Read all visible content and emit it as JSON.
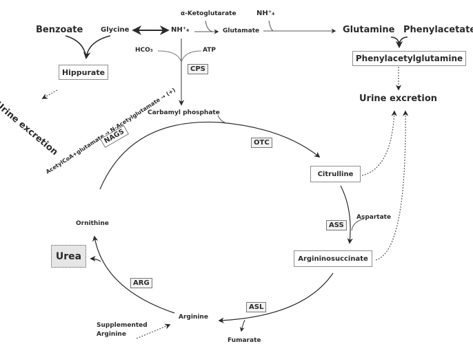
{
  "diagram": {
    "title": "Urea cycle and alternative nitrogen excretion pathways",
    "nodes": {
      "benzoate": "Benzoate",
      "glycine": "Glycine",
      "nh4_top": "NH⁺₄",
      "alpha_ketoglutarate": "α-Ketoglutarate",
      "glutamate": "Glutamate",
      "nh4_right": "NH⁺₄",
      "glutamine": "Glutamine",
      "phenylacetate": "Phenylacetate",
      "phenylacetylglutamine": "Phenylacetylglutamine",
      "hippurate": "Hippurate",
      "urine_excretion_left": "Urine excretion",
      "urine_excretion_right": "Urine excretion",
      "hco3": "HCO₃",
      "atp": "ATP",
      "carbamyl_phosphate": "Carbamyl phosphate",
      "nags_reaction": "AcetylCoA+glutamate → N-Acetylglutamate → (+)",
      "citrulline": "Citrulline",
      "aspartate": "Aspartate",
      "argininosuccinate": "Argininosuccinate",
      "fumarate": "Fumarate",
      "arginine": "Arginine",
      "supplemented_arginine_line1": "Supplemented",
      "supplemented_arginine_line2": "Arginine",
      "ornithine": "Ornithine",
      "urea": "Urea"
    },
    "enzymes": {
      "cps": "CPS",
      "nags": "NAGS",
      "otc": "OTC",
      "ass": "ASS",
      "asl": "ASL",
      "arg": "ARG"
    }
  }
}
